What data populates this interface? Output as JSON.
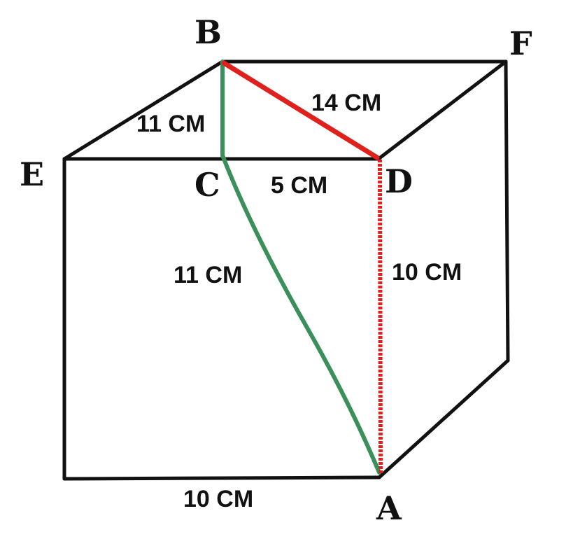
{
  "colors": {
    "edge": "#111111",
    "highlight_red": "#e0201c",
    "highlight_green": "#3a8f5a"
  },
  "vertices": {
    "A": "A",
    "B": "B",
    "C": "C",
    "D": "D",
    "E": "E",
    "F": "F"
  },
  "measurements": {
    "EB": "11 CM",
    "BD": "14 CM",
    "CD": "5 CM",
    "CA": "11 CM",
    "DA": "10 CM",
    "bottom": "10 CM"
  }
}
